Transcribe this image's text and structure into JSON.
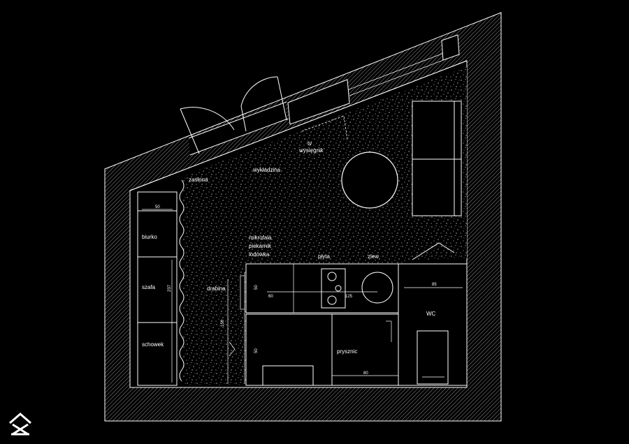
{
  "labels": {
    "tv": "tv",
    "wysiegnik": "wysięgnik",
    "wykladzina": "wykładzina",
    "zaslona": "zasłona",
    "biurko": "biurko",
    "szafa": "szafa",
    "schowek": "schowek",
    "drabina": "drabina",
    "mikrofala": "mikrofala",
    "piekarnik": "piekarnik",
    "lodowka": "lodówka",
    "plyta": "płyta",
    "zlew": "zlew",
    "wc": "WC",
    "prysznic": "prysznic"
  },
  "dimensions": {
    "wardrobe_depth": "50",
    "wardrobe_length": "237",
    "counter_depth": "50",
    "counter_width": "60",
    "sink_width": "125",
    "wc_width": "85",
    "ladder_height": "150",
    "shower_depth": "50",
    "shower_width": "80"
  },
  "colors": {
    "background": "#000000",
    "line": "#ffffff"
  },
  "logo": {
    "icon": "house-logo-icon"
  }
}
